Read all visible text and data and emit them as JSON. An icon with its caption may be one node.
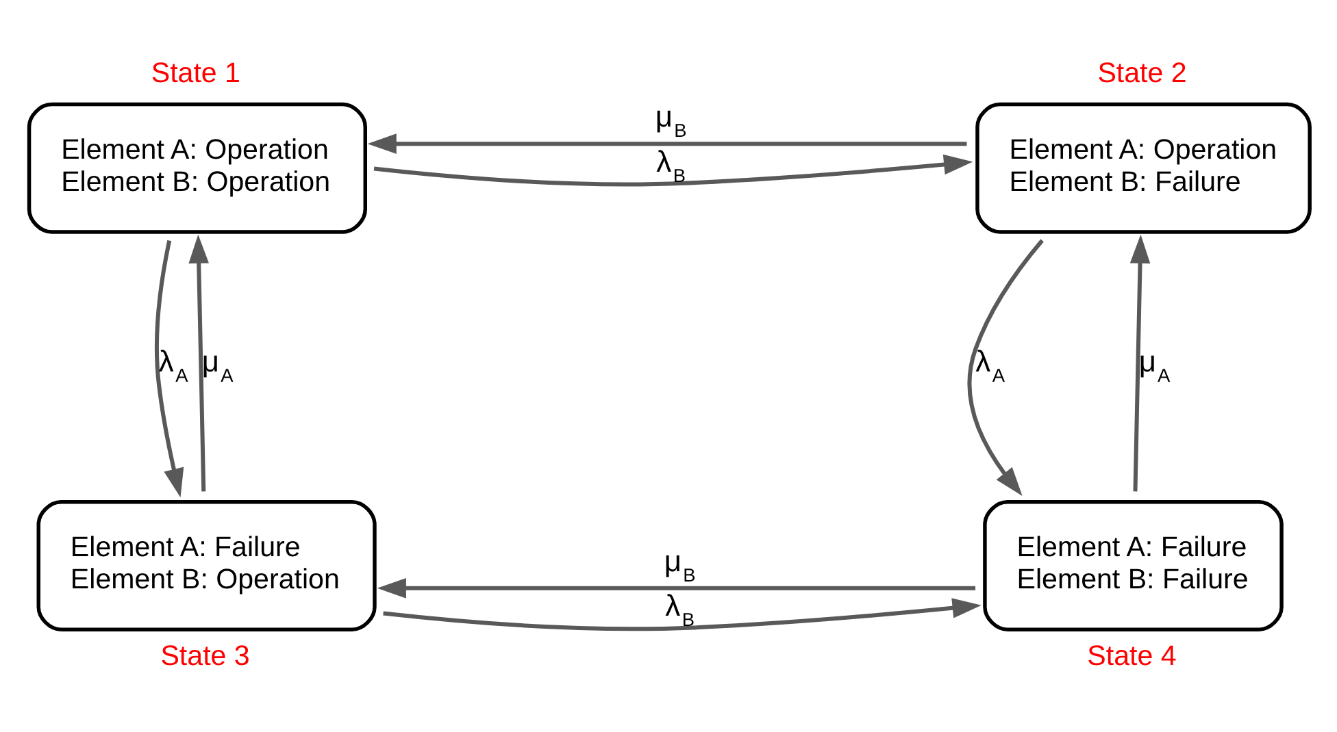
{
  "diagram": {
    "nodes": [
      {
        "text": [
          "Element A: Operation",
          "Element B: Operation"
        ],
        "beside": [
          "State 1"
        ]
      },
      {
        "text": [
          "Element A: Operation",
          "Element B: Failure"
        ],
        "beside": [
          "State 2"
        ]
      },
      {
        "text": [
          "Element A: Failure",
          "Element B: Operation"
        ],
        "beside": [
          "State 3"
        ]
      },
      {
        "text": [
          "Element A: Failure",
          "Element B: Failure"
        ],
        "beside": [
          "State 4"
        ]
      }
    ],
    "edges": [
      {
        "from": 0,
        "to": 1,
        "arrow": "to",
        "label": "λ$_{B}$"
      },
      {
        "from": 1,
        "to": 0,
        "arrow": "to",
        "label": "μ$_{B}$"
      },
      {
        "from": 0,
        "to": 2,
        "arrow": "to",
        "label": "λ$_{A}$"
      },
      {
        "from": 2,
        "to": 0,
        "arrow": "to",
        "label": "μ$_{A}$"
      },
      {
        "from": 1,
        "to": 3,
        "arrow": "to",
        "label": "λ$_{A}$"
      },
      {
        "from": 3,
        "to": 1,
        "arrow": "to",
        "label": "μ$_{A}$"
      },
      {
        "from": 2,
        "to": 3,
        "arrow": "to",
        "label": "λ$_{B}$"
      },
      {
        "from": 3,
        "to": 2,
        "arrow": "to",
        "label": "μ$_{B}$"
      }
    ]
  }
}
